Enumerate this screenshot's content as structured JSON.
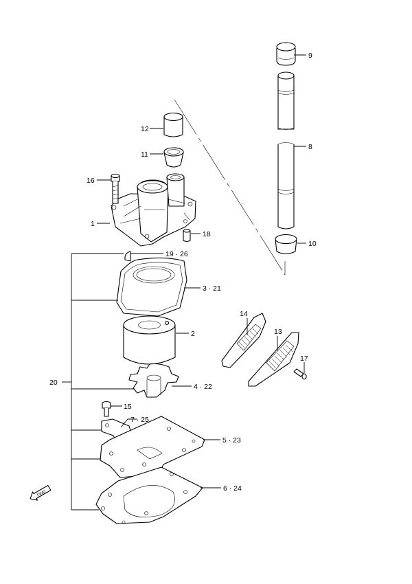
{
  "diagram": {
    "fwd_label": "FWD",
    "callouts": [
      {
        "id": "c1",
        "label": "1"
      },
      {
        "id": "c2",
        "label": "2"
      },
      {
        "id": "c3",
        "label": "3 · 21"
      },
      {
        "id": "c4",
        "label": "4 · 22"
      },
      {
        "id": "c5",
        "label": "5 · 23"
      },
      {
        "id": "c6",
        "label": "6 · 24"
      },
      {
        "id": "c7",
        "label": "7 · 25"
      },
      {
        "id": "c8",
        "label": "8"
      },
      {
        "id": "c9",
        "label": "9"
      },
      {
        "id": "c10",
        "label": "10"
      },
      {
        "id": "c11",
        "label": "11"
      },
      {
        "id": "c12",
        "label": "12"
      },
      {
        "id": "c13",
        "label": "13"
      },
      {
        "id": "c14",
        "label": "14"
      },
      {
        "id": "c15",
        "label": "15"
      },
      {
        "id": "c16",
        "label": "16"
      },
      {
        "id": "c17",
        "label": "17"
      },
      {
        "id": "c18",
        "label": "18"
      },
      {
        "id": "c19",
        "label": "19 · 26"
      },
      {
        "id": "c20",
        "label": "20"
      }
    ]
  }
}
